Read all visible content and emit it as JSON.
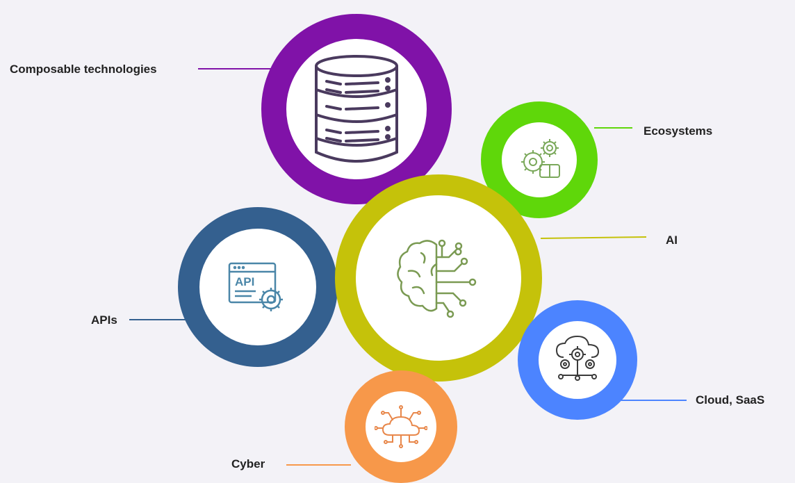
{
  "diagram": {
    "nodes": [
      {
        "id": "composable",
        "label": "Composable technologies",
        "color": "#8012a8",
        "icon": "database-icon"
      },
      {
        "id": "ecosystems",
        "label": "Ecosystems",
        "color": "#5fd70a",
        "icon": "gears-icon"
      },
      {
        "id": "ai",
        "label": "AI",
        "color": "#c5c20a",
        "icon": "brain-circuit-icon"
      },
      {
        "id": "apis",
        "label": "APIs",
        "color": "#34608f",
        "icon": "api-window-icon"
      },
      {
        "id": "cloud",
        "label": "Cloud, SaaS",
        "color": "#4c84ff",
        "icon": "cloud-gears-icon"
      },
      {
        "id": "cyber",
        "label": "Cyber",
        "color": "#f7984a",
        "icon": "cloud-network-icon"
      }
    ]
  }
}
